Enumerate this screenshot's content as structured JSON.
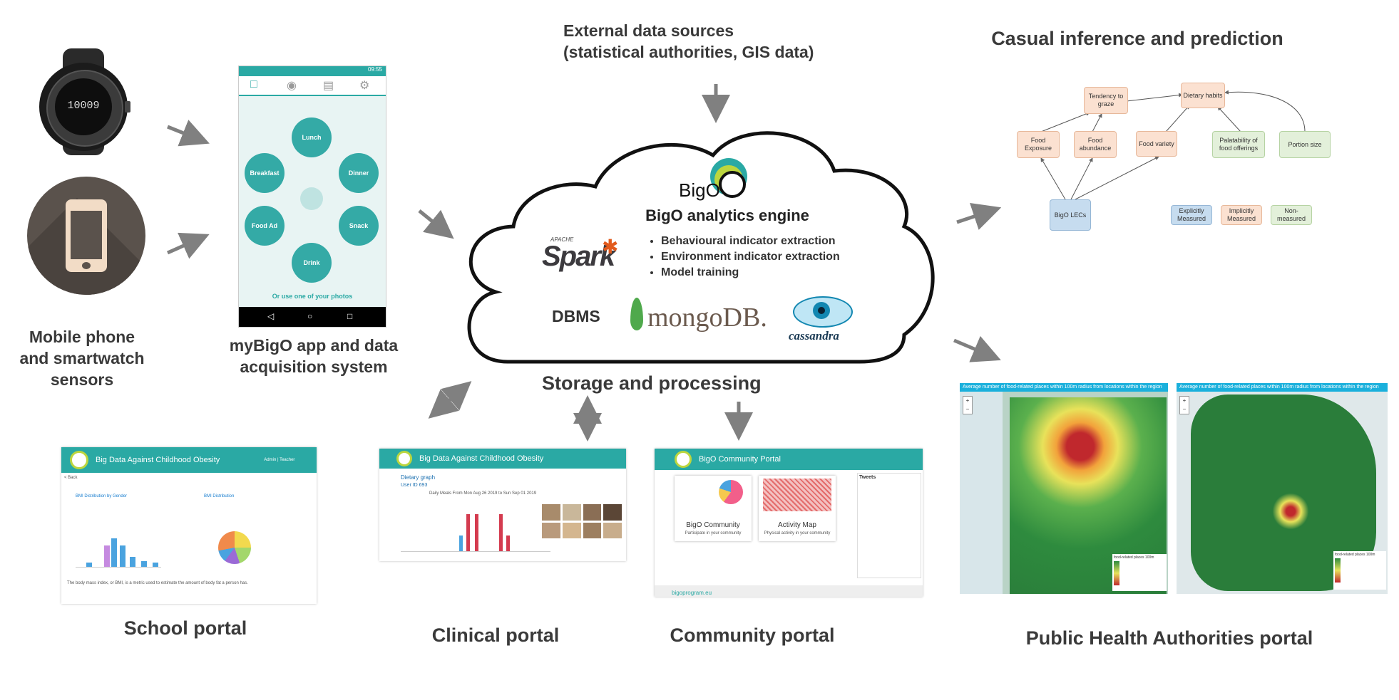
{
  "labels": {
    "external": [
      "External data sources",
      "(statistical authorities, GIS data)"
    ],
    "causal": "Casual inference and prediction",
    "sensors": [
      "Mobile phone",
      "and smartwatch",
      "sensors"
    ],
    "app": [
      "myBigO app and data",
      "acquisition system"
    ],
    "storage": "Storage and processing",
    "school": "School portal",
    "clinical": "Clinical portal",
    "community": "Community portal",
    "pha": "Public Health Authorities portal"
  },
  "watch": {
    "time": "10009"
  },
  "phone_app": {
    "status_time": "09:55",
    "meals": [
      "Lunch",
      "Breakfast",
      "Dinner",
      "Food Ad",
      "Snack",
      "Drink"
    ],
    "footer": "Or use one of your photos"
  },
  "cloud": {
    "logo": "BigO",
    "title": "BigO analytics engine",
    "spark_small": "APACHE",
    "spark": "Spark",
    "bullets": [
      "Behavioural indicator extraction",
      "Environment indicator extraction",
      "Model training"
    ],
    "dbms": "DBMS",
    "mongo": "mongoDB.",
    "cassandra": "cassandra"
  },
  "causal_graph": {
    "nodes": {
      "graze": "Tendency to graze",
      "diet": "Dietary habits",
      "exposure": "Food Exposure",
      "abundance": "Food abundance",
      "variety": "Food variety",
      "palat": "Palatability of food offerings",
      "portion": "Portion size",
      "lecs": "BigO LECs"
    },
    "legend": [
      "Explicitly Measured",
      "Implicitly Measured",
      "Non-measured"
    ]
  },
  "school_portal": {
    "header": "Big Data Against Childhood Obesity",
    "user": "Admin | Teacher",
    "back": "< Back",
    "chart1": "BMI Distribution by Gender",
    "chart2": "BMI Distribution",
    "footer": "The body mass index, or BMI, is a metric used to estimate the amount of body fat a person has."
  },
  "clinical_portal": {
    "header": "Big Data Against Childhood Obesity",
    "title": "Dietary graph",
    "user": "User ID 693",
    "range": "Daily Meals From Mon Aug 26 2019 to Sun Sep 01 2019"
  },
  "community_portal": {
    "header": "BigO Community Portal",
    "card1": "BigO Community",
    "card1_sub": "Participate in your community",
    "card2": "Activity Map",
    "card2_sub": "Physical activity in your community",
    "tweets": "Tweets",
    "site": "bigoprogram.eu"
  },
  "pha_maps": {
    "title": "Average number of food-related places within 100m radius from locations within the region",
    "legend_title": "food-related places 100m"
  }
}
